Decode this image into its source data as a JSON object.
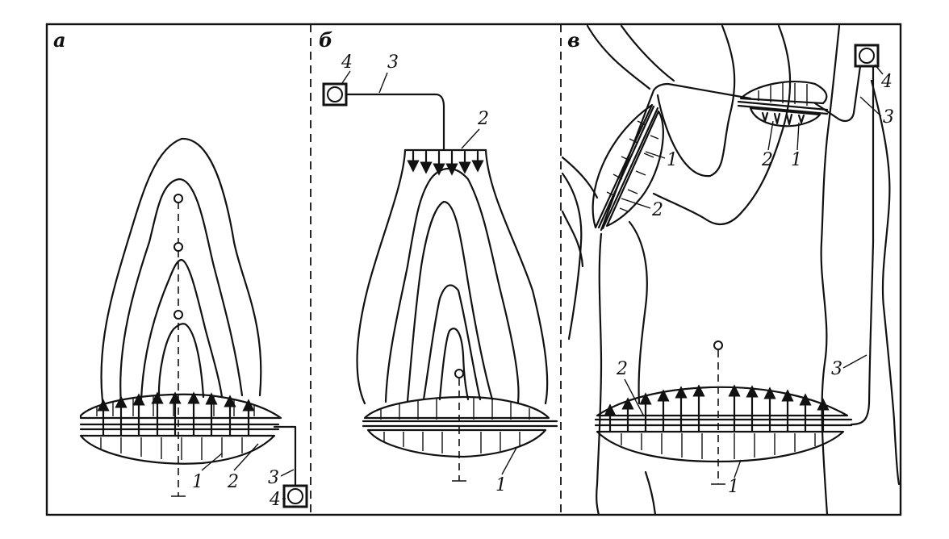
{
  "panels": [
    {
      "id": "a",
      "label": "а"
    },
    {
      "id": "b",
      "label": "б"
    },
    {
      "id": "c",
      "label": "в"
    }
  ],
  "callouts": {
    "a": {
      "n1": "1",
      "n2": "2",
      "n3": "3",
      "n4": "4"
    },
    "b": {
      "n4": "4",
      "n3": "3",
      "n2": "2",
      "n1": "1"
    },
    "c": {
      "n1_upper": "1",
      "n2_upper": "2",
      "n2_mid": "2",
      "n1_mid": "1",
      "n4": "4",
      "n3_top": "3",
      "n3_bottom": "3",
      "n2_bottom": "2",
      "n1_bottom": "1"
    }
  }
}
